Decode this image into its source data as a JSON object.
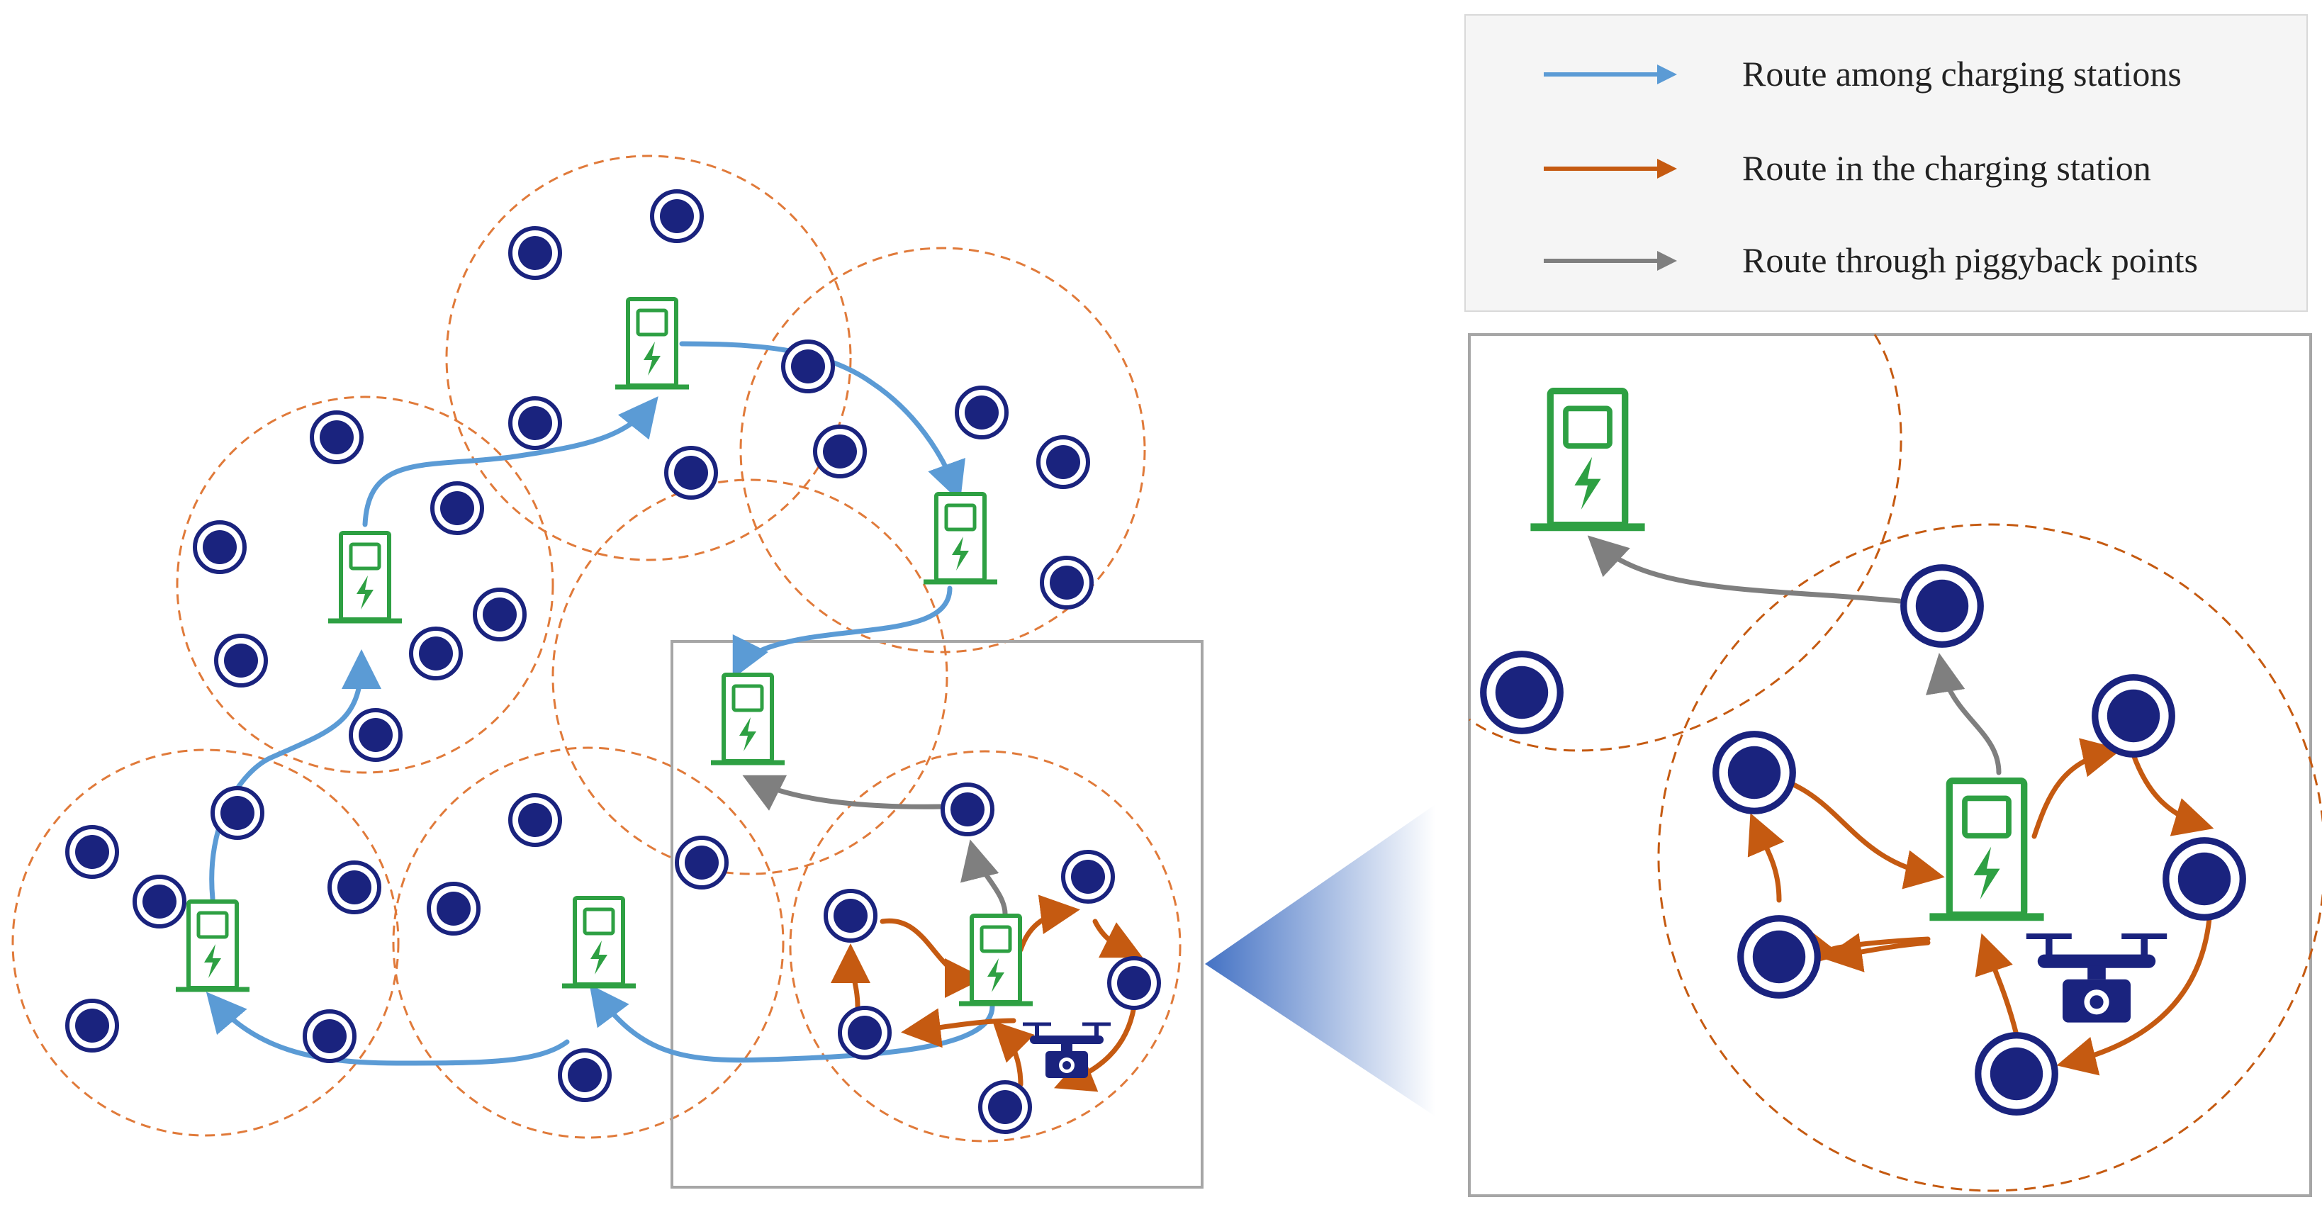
{
  "legend": {
    "items": [
      {
        "label": "Route among charging stations",
        "color": "#5b9bd5"
      },
      {
        "label": "Route in the charging station",
        "color": "#c55a11"
      },
      {
        "label": "Route through piggyback points",
        "color": "#7f7f7f"
      }
    ]
  },
  "colors": {
    "node_fill": "#1a237e",
    "station": "#2ea043",
    "circle_dashed": "#e07a3a",
    "frame": "#a6a6a6",
    "drone": "#1a237e"
  },
  "icons": {
    "station": "charging-station-icon",
    "node": "piggyback-point-icon",
    "drone": "drone-camera-icon"
  }
}
